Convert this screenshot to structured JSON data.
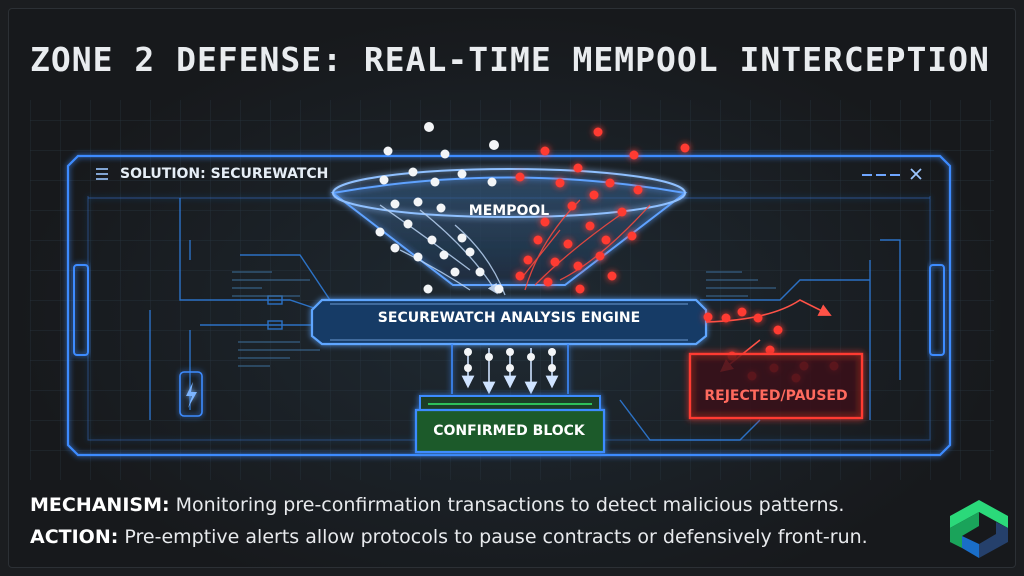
{
  "title": "ZONE 2 DEFENSE: REAL-TIME MEMPOOL INTERCEPTION",
  "diagram": {
    "hud_title": "SOLUTION: SECUREWATCH",
    "mempool_label": "MEMPOOL",
    "engine_label": "SECUREWATCH ANALYSIS ENGINE",
    "block_label": "CONFIRMED BLOCK",
    "rejected_label": "REJECTED/PAUSED"
  },
  "footer": {
    "mechanism_key": "MECHANISM:",
    "mechanism_text": " Monitoring pre-confirmation transactions to detect malicious patterns.",
    "action_key": "ACTION:",
    "action_text": " Pre-emptive alerts allow protocols to pause contracts or defensively front-run."
  },
  "colors": {
    "background": "#1b1d20",
    "neon_blue": "#3d8bff",
    "safe_green": "#2fbf5a",
    "alert_red": "#ff3b30",
    "text": "#e8eaed"
  },
  "icons": [
    "hud-menu-icon",
    "window-close-icon",
    "power-bolt-icon",
    "brand-logo-icon"
  ]
}
